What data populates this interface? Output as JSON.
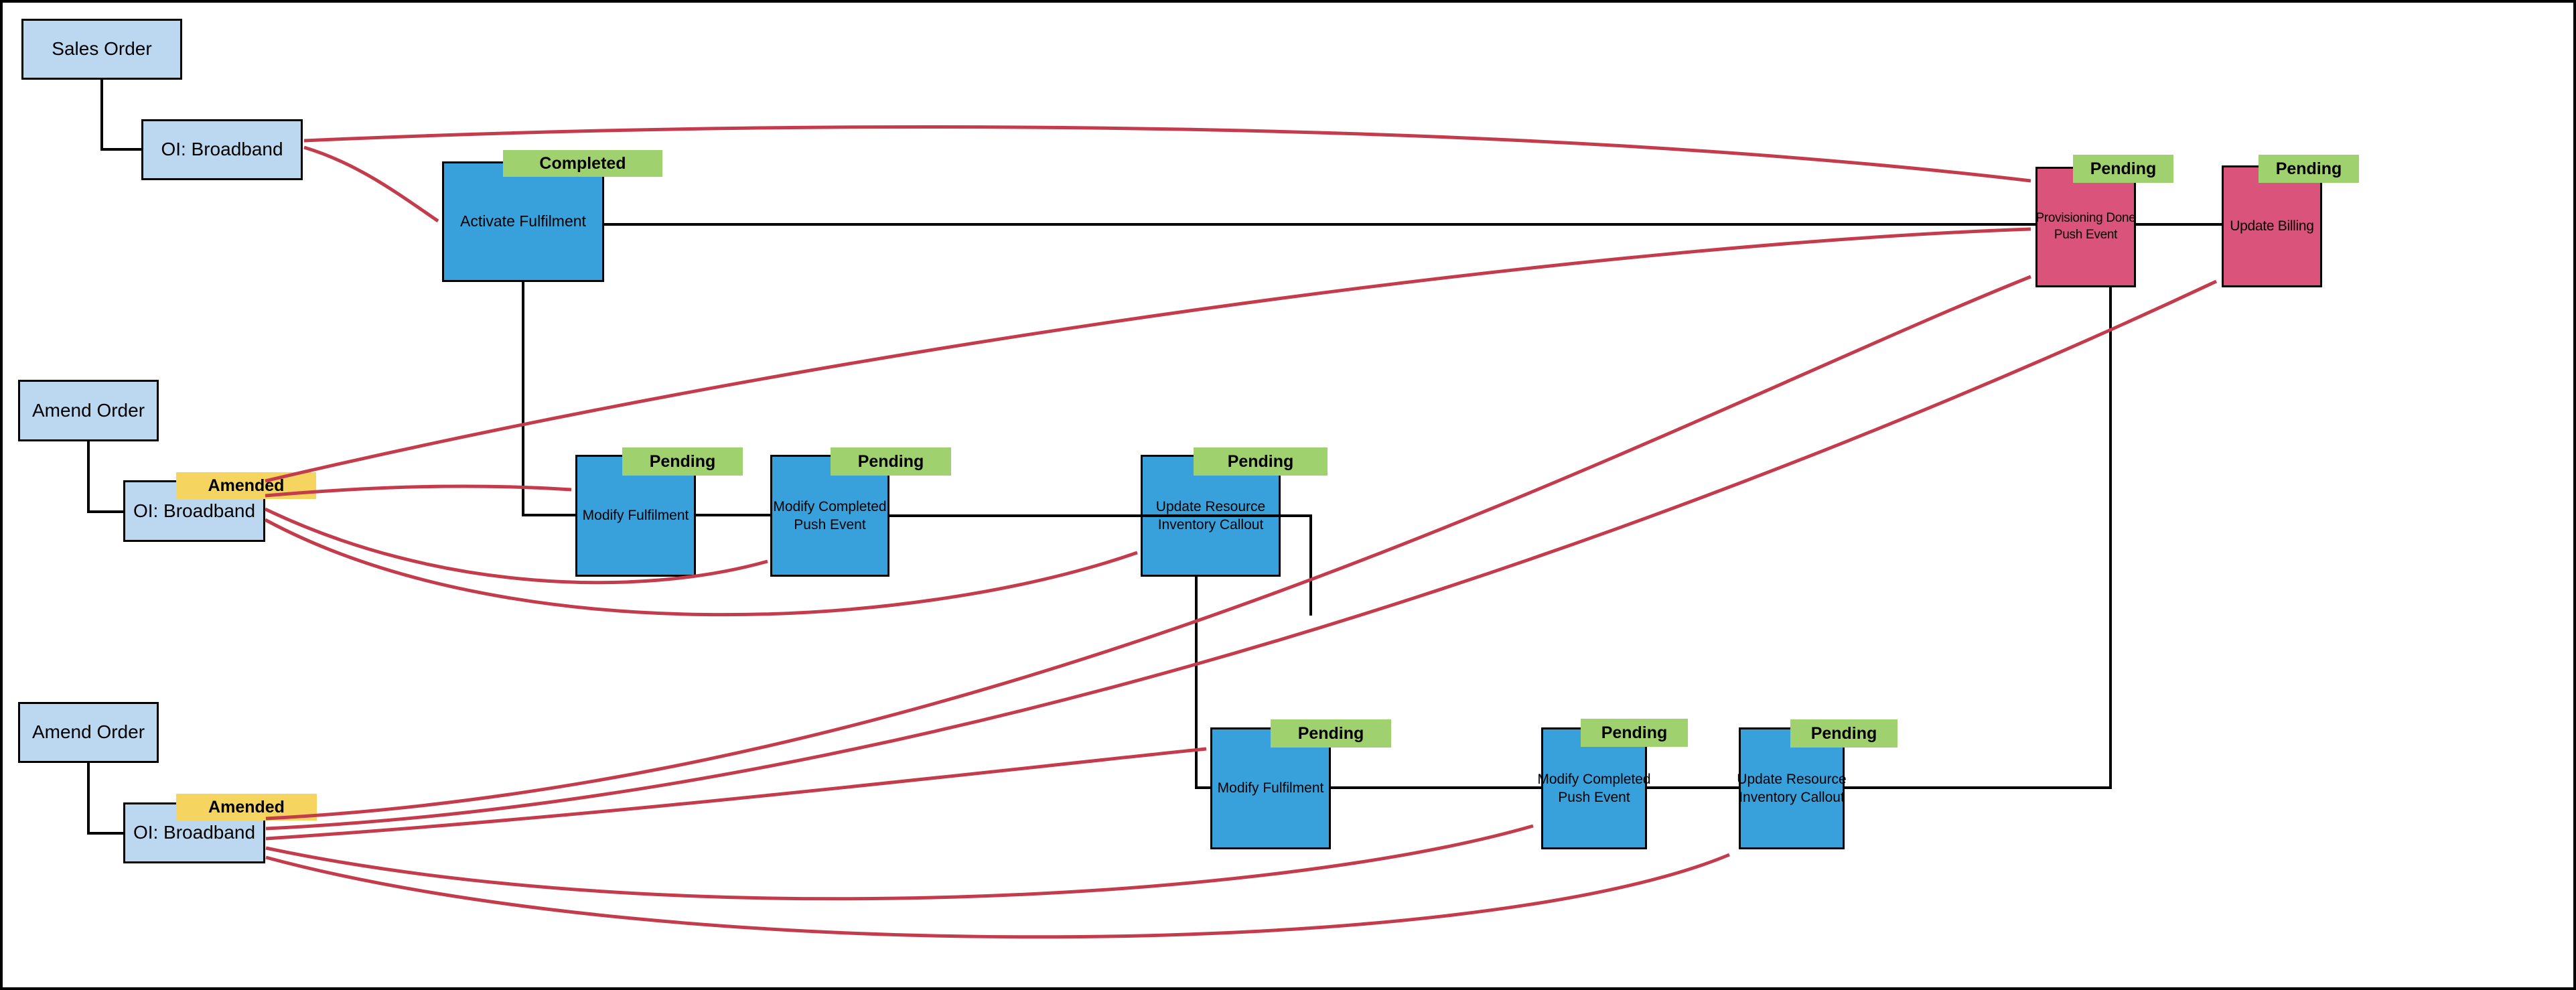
{
  "diagram": {
    "type": "order-fulfilment-workflow",
    "background": "#FFFFFF",
    "canvas_border": "#000000"
  },
  "colors": {
    "order_box_fill": "#BBD8F0",
    "task_box_fill": "#38A1DB",
    "event_box_fill": "#D9537A",
    "status_green": "#A0D16F",
    "status_yellow": "#F5D55F",
    "edge_black": "#000000",
    "edge_red": "#C43C4C",
    "box_border": "#000000"
  },
  "statuses": {
    "completed": "Completed",
    "pending": "Pending",
    "amended": "Amended"
  },
  "nodes": {
    "sales_order": {
      "label": "Sales Order",
      "type": "order"
    },
    "oi_broadband_1": {
      "label": "OI: Broadband",
      "type": "order"
    },
    "amend_order_1": {
      "label": "Amend Order",
      "type": "order"
    },
    "oi_broadband_2": {
      "label": "OI: Broadband",
      "type": "order",
      "status": "Amended"
    },
    "amend_order_2": {
      "label": "Amend Order",
      "type": "order"
    },
    "oi_broadband_3": {
      "label": "OI: Broadband",
      "type": "order",
      "status": "Amended"
    },
    "activate_fulfilment": {
      "label": "Activate Fulfilment",
      "type": "task",
      "status": "Completed"
    },
    "modify_fulfilment_1": {
      "label": "Modify Fulfilment",
      "type": "task",
      "status": "Pending"
    },
    "modify_completed_push_event_1": {
      "label": "Modify Completed Push Event",
      "line1": "Modify Completed",
      "line2": "Push Event",
      "type": "task",
      "status": "Pending"
    },
    "update_resource_inventory_callout_1": {
      "label": "Update Resource Inventory Callout",
      "line1": "Update Resource",
      "line2": "Inventory Callout",
      "type": "task",
      "status": "Pending"
    },
    "modify_fulfilment_2": {
      "label": "Modify Fulfilment",
      "type": "task",
      "status": "Pending"
    },
    "modify_completed_push_event_2": {
      "label": "Modify Completed Push Event",
      "line1": "Modify Completed",
      "line2": "Push Event",
      "type": "task",
      "status": "Pending"
    },
    "update_resource_inventory_callout_2": {
      "label": "Update Resource Inventory Callout",
      "line1": "Update Resource",
      "line2": "Inventory Callout",
      "type": "task",
      "status": "Pending"
    },
    "provisioning_done_push_event": {
      "label": "Provisioning Done Push Event",
      "line1": "Provisioning Done",
      "line2": "Push Event",
      "type": "event",
      "status": "Pending"
    },
    "update_billing": {
      "label": "Update Billing",
      "type": "event",
      "status": "Pending"
    }
  },
  "edges": [
    {
      "from": "sales_order",
      "to": "oi_broadband_1",
      "color": "black"
    },
    {
      "from": "amend_order_1",
      "to": "oi_broadband_2",
      "color": "black"
    },
    {
      "from": "amend_order_2",
      "to": "oi_broadband_3",
      "color": "black"
    },
    {
      "from": "activate_fulfilment",
      "to": "provisioning_done_push_event",
      "color": "black"
    },
    {
      "from": "activate_fulfilment",
      "to": "modify_fulfilment_1",
      "color": "black"
    },
    {
      "from": "modify_fulfilment_1",
      "to": "modify_completed_push_event_1",
      "color": "black"
    },
    {
      "from": "modify_completed_push_event_1",
      "to": "open-end",
      "color": "black"
    },
    {
      "from": "update_resource_inventory_callout_1",
      "to": "modify_fulfilment_2",
      "color": "black"
    },
    {
      "from": "modify_fulfilment_2",
      "to": "modify_completed_push_event_2",
      "color": "black"
    },
    {
      "from": "modify_completed_push_event_2",
      "to": "update_resource_inventory_callout_2",
      "color": "black"
    },
    {
      "from": "update_resource_inventory_callout_2",
      "to": "provisioning_done_push_event",
      "color": "black"
    },
    {
      "from": "provisioning_done_push_event",
      "to": "update_billing",
      "color": "black"
    },
    {
      "from": "oi_broadband_1",
      "to": "activate_fulfilment",
      "color": "red"
    },
    {
      "from": "oi_broadband_1",
      "to": "provisioning_done_push_event",
      "color": "red"
    },
    {
      "from": "oi_broadband_2",
      "to": "provisioning_done_push_event",
      "color": "red"
    },
    {
      "from": "oi_broadband_2",
      "to": "modify_fulfilment_1",
      "color": "red"
    },
    {
      "from": "oi_broadband_2",
      "to": "modify_completed_push_event_1",
      "color": "red"
    },
    {
      "from": "oi_broadband_2",
      "to": "update_resource_inventory_callout_1",
      "color": "red"
    },
    {
      "from": "oi_broadband_3",
      "to": "provisioning_done_push_event",
      "color": "red"
    },
    {
      "from": "oi_broadband_3",
      "to": "update_billing",
      "color": "red"
    },
    {
      "from": "oi_broadband_3",
      "to": "modify_fulfilment_2",
      "color": "red"
    },
    {
      "from": "oi_broadband_3",
      "to": "modify_completed_push_event_2",
      "color": "red"
    },
    {
      "from": "oi_broadband_3",
      "to": "update_resource_inventory_callout_2",
      "color": "red"
    }
  ]
}
